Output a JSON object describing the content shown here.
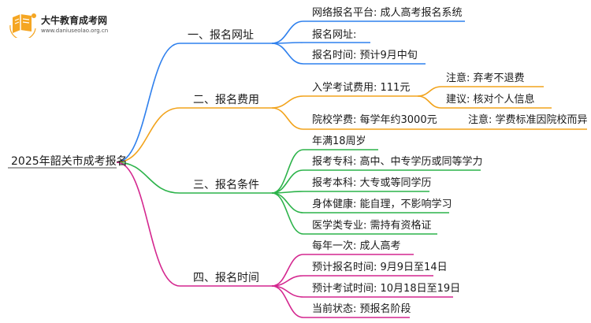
{
  "watermark": {
    "site_name": "大牛教育成考网",
    "site_url": "www.daniuseolao.org.cn"
  },
  "root": {
    "label": "2025年韶关市成考报名"
  },
  "colors": {
    "blue": "#2f80ed",
    "orange": "#f2a31b",
    "green": "#2cb34a",
    "pink": "#d4278f",
    "logo": "#f5a623"
  },
  "branches": [
    {
      "label": "一、报名网址",
      "color": "blue",
      "children": [
        {
          "label": "网络报名平台: 成人高考报名系统"
        },
        {
          "label": "报名网址:"
        },
        {
          "label": "报名时间: 预计9月中旬"
        }
      ]
    },
    {
      "label": "二、报名费用",
      "color": "orange",
      "children": [
        {
          "label": "入学考试费用: 111元",
          "children": [
            {
              "label": "注意: 弃考不退费"
            },
            {
              "label": "建议: 核对个人信息"
            }
          ]
        },
        {
          "label": "院校学费: 每学年约3000元",
          "children": [
            {
              "label": "注意: 学费标准因院校而异"
            }
          ]
        }
      ]
    },
    {
      "label": "三、报名条件",
      "color": "green",
      "children": [
        {
          "label": "年满18周岁"
        },
        {
          "label": "报考专科: 高中、中专学历或同等学力"
        },
        {
          "label": "报考本科: 大专或等同学历"
        },
        {
          "label": "身体健康: 能自理，不影响学习"
        },
        {
          "label": "医学类专业: 需持有资格证"
        }
      ]
    },
    {
      "label": "四、报名时间",
      "color": "pink",
      "children": [
        {
          "label": "每年一次: 成人高考"
        },
        {
          "label": "预计报名时间: 9月9日至14日"
        },
        {
          "label": "预计考试时间: 10月18日至19日"
        },
        {
          "label": "当前状态: 预报名阶段"
        }
      ]
    }
  ]
}
